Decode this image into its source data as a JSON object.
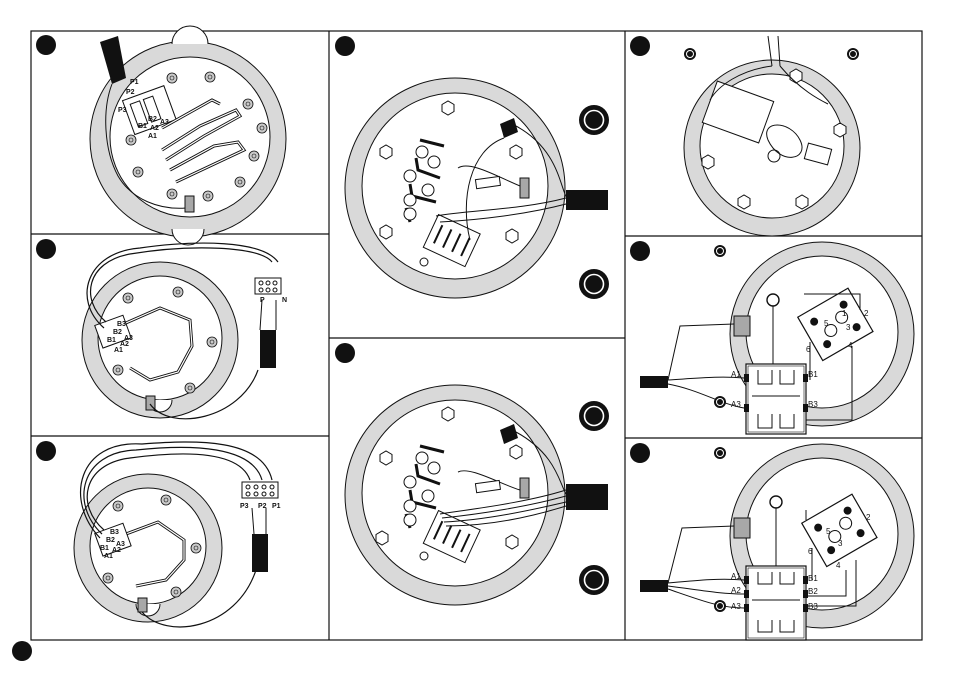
{
  "panels": {
    "p1": {
      "labels": [
        "P1",
        "P2",
        "P3",
        "B2",
        "B1",
        "A2",
        "A1",
        "A3"
      ]
    },
    "p2": {
      "labels": [
        "B3",
        "B2",
        "B1",
        "A3",
        "A2",
        "A1"
      ],
      "terminal": [
        "P",
        "N"
      ]
    },
    "p3": {
      "labels": [
        "B3",
        "B2",
        "B1",
        "A3",
        "A2",
        "A1"
      ],
      "terminal": [
        "P3",
        "P2",
        "P1"
      ]
    },
    "p7": {
      "contacts": [
        "1",
        "2",
        "3",
        "4",
        "5",
        "6"
      ],
      "block_left": [
        "A1",
        "A3"
      ],
      "block_right": [
        "B1",
        "B3"
      ]
    },
    "p8": {
      "contacts": [
        "2",
        "5",
        "3",
        "6",
        "4"
      ],
      "block_left": [
        "A1",
        "A2",
        "A3"
      ],
      "block_right": [
        "B1",
        "B2",
        "B3"
      ]
    }
  },
  "colors": {
    "line": "#111111",
    "ring": "#d9d9d9",
    "grey_part": "#a8a8a8",
    "panel_bg": "#ffffff"
  }
}
